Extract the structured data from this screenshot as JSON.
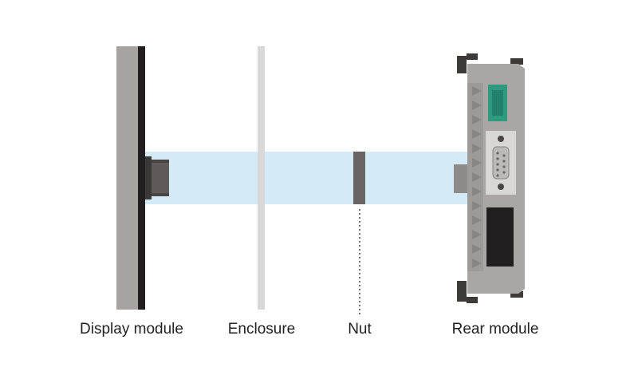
{
  "labels": {
    "display_module": "Display module",
    "enclosure": "Enclosure",
    "nut": "Nut",
    "rear_module": "Rear module"
  },
  "colors": {
    "background": "#ffffff",
    "panel_gray": "#a7a3a3",
    "panel_dark": "#231f20",
    "bore_light_blue": "#d5eaf7",
    "enclosure_gray": "#d8d8d8",
    "nut_gray": "#6a6464",
    "module_gray": "#aaa6a6",
    "connector_green": "#2f9a7d",
    "port_black": "#231f20",
    "text": "#222222"
  }
}
